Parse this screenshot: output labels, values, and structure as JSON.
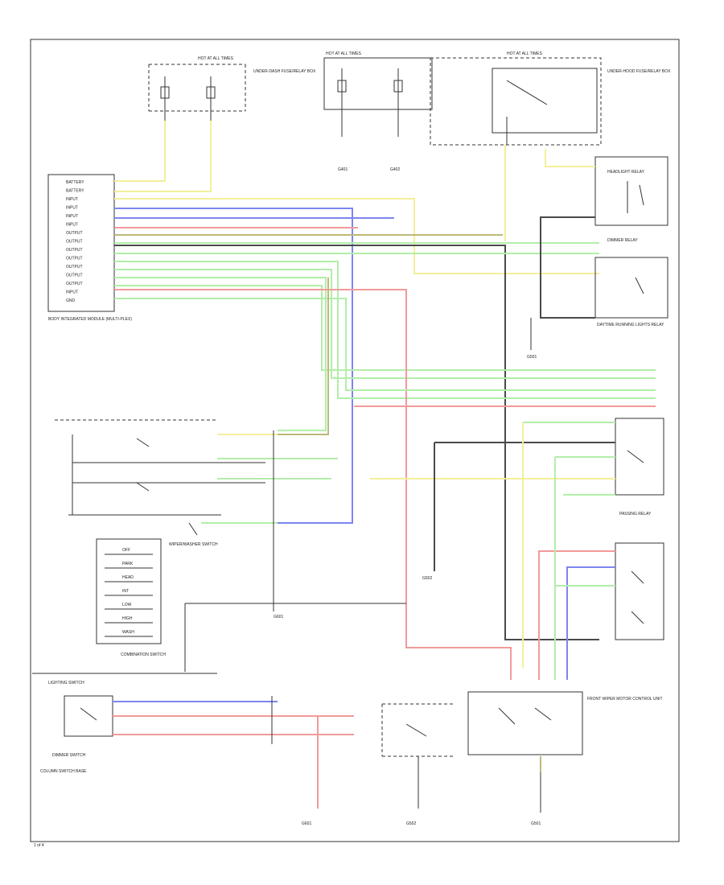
{
  "diagram": {
    "colors": {
      "yellow": "#f2ef9a",
      "blue": "#7d86ef",
      "red": "#f29a9a",
      "green": "#b2eea9",
      "olive": "#bdb97a",
      "black": "#4a4a4a",
      "gray": "#8a8a8a"
    },
    "footer": {
      "page_ref": "1 of 4"
    },
    "hood": {
      "caption": "BODY INTEGRATED MODULE (MULTI-PLEX)",
      "pins": [
        "BATTERY",
        "BATTERY",
        "INPUT",
        "INPUT",
        "INPUT",
        "INPUT",
        "OUTPUT",
        "OUTPUT",
        "OUTPUT",
        "OUTPUT",
        "OUTPUT",
        "OUTPUT",
        "OUTPUT",
        "INPUT",
        "GND"
      ]
    },
    "fuse_blocks": {
      "left": "HOT AT ALL TIMES",
      "mid": "HOT AT ALL TIMES",
      "right": "HOT AT ALL TIMES",
      "left_caption": "UNDER-DASH FUSE/RELAY BOX",
      "right_caption": "UNDER-HOOD FUSE/RELAY BOX"
    },
    "switch_panel": {
      "caption": "COMBINATION SWITCH",
      "positions": [
        "OFF",
        "PARK",
        "HEAD",
        "INT",
        "LOW",
        "HIGH",
        "WASH"
      ],
      "sub_caption": "WIPER/WASHER SWITCH"
    },
    "light_switch": {
      "caption": "LIGHTING SWITCH",
      "sub": "DIMMER SWITCH",
      "outer": "COLUMN SWITCH BASE"
    },
    "relays": {
      "r1": "HEADLIGHT RELAY",
      "r2": "DIMMER RELAY",
      "r3": "DAYTIME RUNNING LIGHTS RELAY",
      "r4": "PASSING RELAY",
      "lower": "FRONT WIPER MOTOR CONTROL UNIT"
    },
    "grounds": [
      "G401",
      "G402",
      "G501",
      "G502",
      "G601"
    ]
  }
}
